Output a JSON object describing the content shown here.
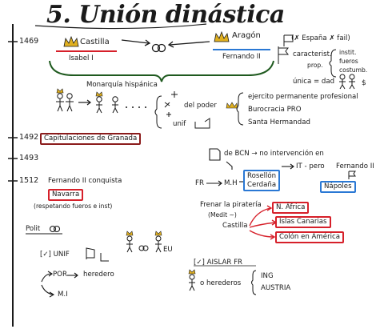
{
  "title": "5. Unión dinástica",
  "timeline": {
    "y1469": "1469",
    "y1492": "1492",
    "y1493": "1493",
    "y1512": "1512"
  },
  "row1469": {
    "castilla": "Castilla",
    "isabel": "Isabel I",
    "aragon": "Aragón",
    "fernando": "Fernando II",
    "espana_fail": "(✗ España ✗ fail)",
    "caracterist": "caracterist.",
    "prop": "prop.",
    "instit": "instit.",
    "fueros": "fueros",
    "costumb": "costumb.",
    "unica": "única = dad"
  },
  "monarquia": {
    "label": "Monarquía hispánica",
    "del_poder": "del poder",
    "unif": "unif",
    "ejercito": "ejercito permanente profesional",
    "burocracia": "Burocracia PRO",
    "hermandad": "Santa Hermandad"
  },
  "row1492": {
    "capitulaciones": "Capitulaciones de Granada"
  },
  "row1493": {
    "bcn": "de BCN → no intervención en",
    "it_pero": "IT - pero",
    "fr": "FR",
    "mh": "M.H",
    "rosellon": "Rosellón",
    "cerdana": "Cerdaña",
    "fernando2": "Fernando II",
    "napoles": "Nápoles"
  },
  "row1512": {
    "conquista": "Fernando II conquista",
    "navarra": "Navarra",
    "respetando": "(respetando fueros e inst)",
    "frenar": "Frenar la piratería",
    "medit": "(Medit ~)",
    "castilla": "Castilla",
    "n_africa": "N. África",
    "canarias": "Islas Canarias",
    "colon": "Colón en América"
  },
  "bottom": {
    "polit": "Polit",
    "unif": "[✓] UNIF",
    "eu": "EU",
    "por": "POR",
    "heredero": "heredero",
    "mi": "M.I",
    "aislar": "[✓] AISLAR FR",
    "o_herederos": "o herederos",
    "ing": "ING",
    "austria": "AUSTRIA"
  },
  "colors": {
    "red": "#d6202a",
    "blue": "#2a78d4",
    "darkred": "#8b1c1c",
    "green": "#1f5a1f",
    "gold": "#e0b020"
  }
}
